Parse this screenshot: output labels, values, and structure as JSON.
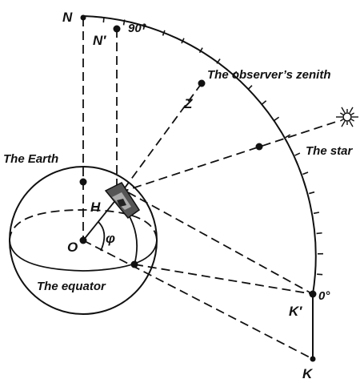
{
  "labels": {
    "N": "N",
    "N_prime": "N′",
    "deg90": "90°",
    "zenith_caption": "The observer’s zenith",
    "Z": "Z",
    "star": "The star",
    "earth": "The Earth",
    "H": "H",
    "O": "O",
    "phi": "φ",
    "equator": "The equator",
    "deg0": "0°",
    "K_prime": "K′",
    "K": "K"
  },
  "colors": {
    "ink": "#111111",
    "background": "#ffffff"
  },
  "icons": [
    "star-burst-icon",
    "observer-instrument-icon"
  ]
}
